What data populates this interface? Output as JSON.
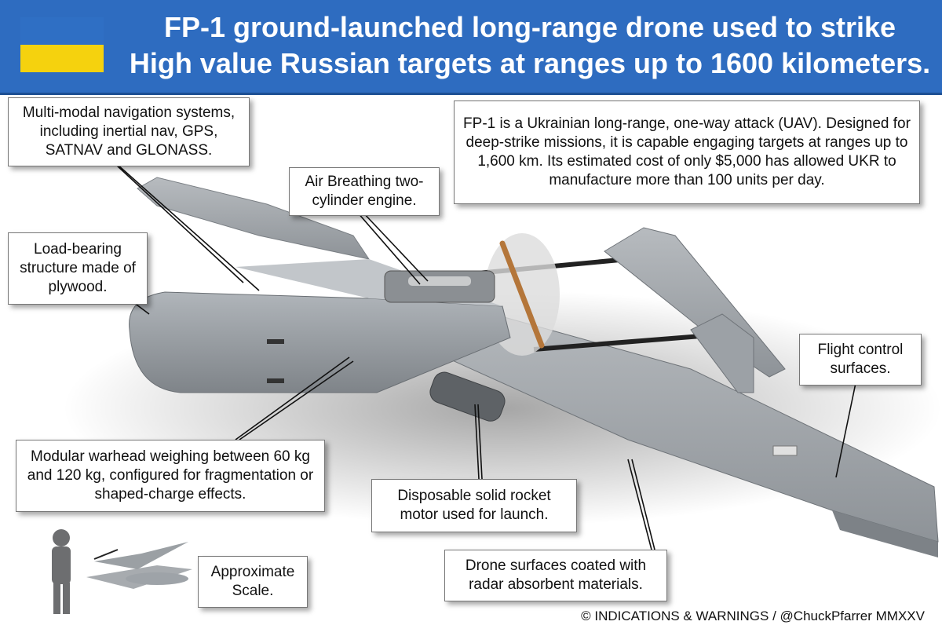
{
  "header": {
    "title_line1": "FP-1 ground-launched long-range drone used to strike",
    "title_line2": "High value Russian targets at ranges up to 1600 kilometers.",
    "flag_colors": {
      "top": "#2f6fc4",
      "bottom": "#f5d20e"
    }
  },
  "callouts": {
    "navigation": "Multi-modal navigation systems, including inertial nav, GPS, SATNAV and GLONASS.",
    "engine": "Air Breathing two-cylinder engine.",
    "description": "FP-1 is a Ukrainian long-range, one-way attack (UAV). Designed for deep-strike missions, it is capable engaging targets at ranges up to 1,600 km. Its estimated cost of only $5,000 has allowed UKR to manufacture more than 100 units per day.",
    "structure": "Load-bearing structure made of plywood.",
    "flight_control": "Flight control surfaces.",
    "warhead": "Modular warhead weighing between 60 kg and 120 kg, configured for fragmentation or shaped-charge effects.",
    "rocket": "Disposable solid rocket motor used for launch.",
    "scale": "Approximate Scale.",
    "coating": "Drone surfaces coated with radar absorbent materials."
  },
  "footer": {
    "credit": "© INDICATIONS & WARNINGS / @ChuckPfarrer  MMXXV"
  },
  "colors": {
    "header_bg": "#2e6cc0",
    "drone_gray": "#9ea3a8"
  }
}
